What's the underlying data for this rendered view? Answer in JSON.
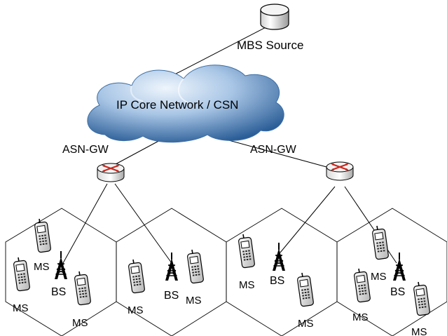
{
  "labels": {
    "mbs_source": "MBS Source",
    "core_network": "IP Core Network / CSN",
    "asn_gw_left": "ASN-GW",
    "asn_gw_right": "ASN-GW",
    "bs": "BS",
    "ms": "MS"
  },
  "icons": {
    "server": "database-server-icon",
    "cloud": "cloud-icon",
    "router": "router-icon",
    "tower": "antenna-tower-icon",
    "phone": "mobile-phone-icon"
  },
  "colors": {
    "cloud_dark": "#2a5d97",
    "cloud_light": "#e6f0fa",
    "router_arrow": "#c8281e",
    "line": "#000000"
  }
}
